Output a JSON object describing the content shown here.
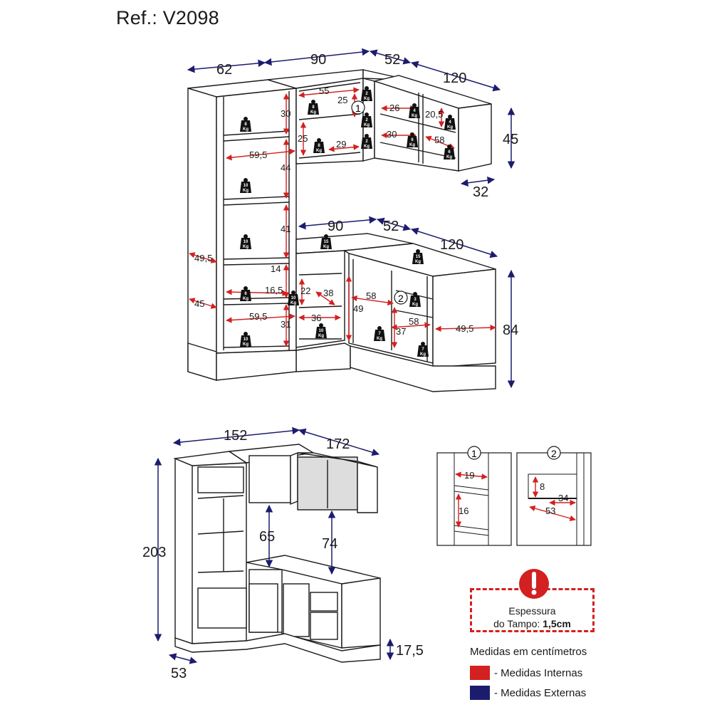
{
  "header": {
    "ref": "Ref.: V2098"
  },
  "colors": {
    "internal": "#d32020",
    "external": "#1c1c6e",
    "line": "#1a1a1a"
  },
  "top_view": {
    "external": {
      "w62": "62",
      "w90": "90",
      "d52_top": "52",
      "w120": "120",
      "h45": "45",
      "d32": "32",
      "w90_mid": "90",
      "d52_mid": "52",
      "w120_mid": "120",
      "h84": "84"
    },
    "internal": {
      "i30": "30",
      "i44": "44",
      "i41": "41",
      "i14": "14",
      "i31": "31",
      "i59a": "59,5",
      "i59b": "59,5",
      "i49a": "49,5",
      "i45": "45",
      "i16": "16,5",
      "i55": "55",
      "i25a": "25",
      "i25b": "25",
      "i29": "29",
      "i26": "26",
      "i20": "20,5",
      "i30b": "30",
      "i58a": "58",
      "i22": "22",
      "i38": "38",
      "i36": "36",
      "i58b": "58",
      "i49": "49",
      "i58c": "58",
      "i37": "37",
      "i49b": "49,5"
    },
    "weights": [
      {
        "n": "8",
        "u": "Kg"
      },
      {
        "n": "10",
        "u": "Kg"
      },
      {
        "n": "10",
        "u": "Kg"
      },
      {
        "n": "6",
        "u": "Kg"
      },
      {
        "n": "10",
        "u": "Kg"
      },
      {
        "n": "8",
        "u": "Kg"
      },
      {
        "n": "8",
        "u": "Kg"
      },
      {
        "n": "2",
        "u": "Kg"
      },
      {
        "n": "2",
        "u": "Kg"
      },
      {
        "n": "2",
        "u": "Kg"
      },
      {
        "n": "4",
        "u": "Kg"
      },
      {
        "n": "4",
        "u": "Kg"
      },
      {
        "n": "6",
        "u": "Kg"
      },
      {
        "n": "6",
        "u": "Kg"
      },
      {
        "n": "15",
        "u": "Kg"
      },
      {
        "n": "15",
        "u": "Kg"
      },
      {
        "n": "10",
        "u": "Kg"
      },
      {
        "n": "10",
        "u": "Kg"
      },
      {
        "n": "7",
        "u": "Kg"
      },
      {
        "n": "3",
        "u": "Kg"
      },
      {
        "n": "7",
        "u": "Kg"
      }
    ],
    "markers": {
      "m1": "1",
      "m2": "2"
    }
  },
  "front_view": {
    "external": {
      "w152": "152",
      "w172": "172",
      "h203": "203",
      "h65": "65",
      "h74": "74",
      "h17": "17,5",
      "d53": "53"
    }
  },
  "details": {
    "d1": {
      "marker": "1",
      "i19": "19",
      "i16": "16"
    },
    "d2": {
      "marker": "2",
      "i8": "8",
      "i34": "34",
      "i53": "53"
    }
  },
  "note": {
    "line1": "Espessura",
    "line2_prefix": "do Tampo: ",
    "line2_value": "1,5cm"
  },
  "legend": {
    "title": "Medidas em centímetros",
    "internal_label": "- Medidas Internas",
    "external_label": "- Medidas Externas"
  }
}
